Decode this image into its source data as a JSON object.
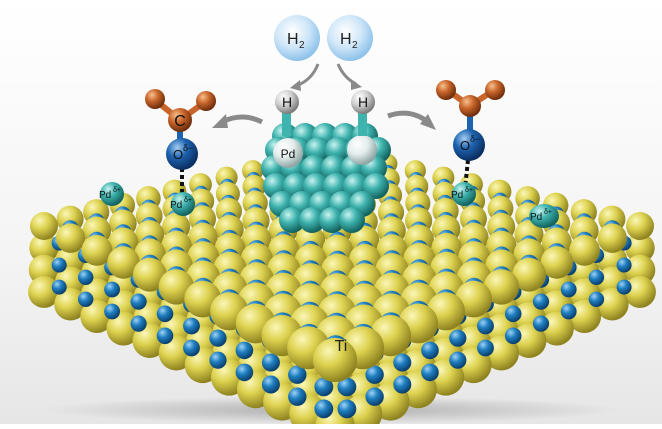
{
  "labels": {
    "h2_left": "H",
    "h2_right": "H",
    "subscript_2": "2",
    "hydrogen_left": "H",
    "hydrogen_right": "H",
    "pd_cluster": "Pd",
    "carbon": "C",
    "oxygen": "O",
    "delta_minus": "δ−",
    "pd_site": "Pd",
    "delta_plus": "δ+",
    "titanium": "Ti"
  },
  "colors": {
    "titanium": "#d9cf4a",
    "oxygen_lattice": "#1f7fc0",
    "palladium": "#3fb3ae",
    "hydrogen": "#d8d8d8",
    "carbon_oxygen_atom": "#c9652a",
    "oxygen_molecule": "#1d63b0",
    "h2_bubble": "#a9d3f2"
  }
}
